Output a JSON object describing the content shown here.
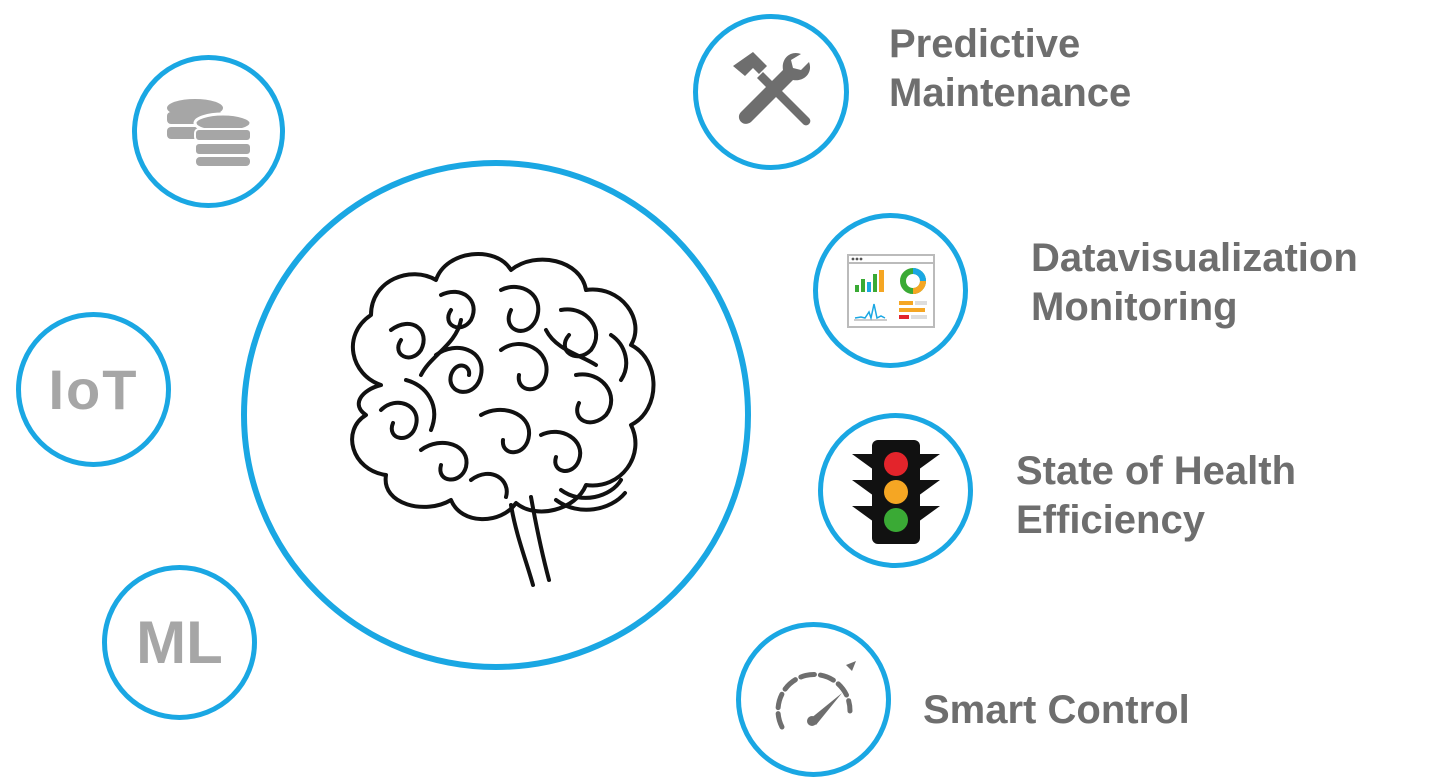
{
  "left_items": [
    {
      "id": "database",
      "icon": "database-icon"
    },
    {
      "id": "iot",
      "text": "IoT"
    },
    {
      "id": "ml",
      "text": "ML"
    }
  ],
  "center": {
    "icon": "brain-icon"
  },
  "right_items": [
    {
      "icon": "tools-icon",
      "lines": [
        "Predictive",
        "Maintenance"
      ]
    },
    {
      "icon": "dashboard-icon",
      "lines": [
        "Datavisualization",
        "Monitoring"
      ]
    },
    {
      "icon": "traffic-light-icon",
      "lines": [
        "State of Health",
        "Efficiency"
      ]
    },
    {
      "icon": "speedometer-icon",
      "lines": [
        "Smart Control"
      ]
    }
  ],
  "colors": {
    "ring": "#1aa7e3",
    "label_text": "#6e6e6e",
    "icon_gray": "#a6a6a6",
    "traffic_red": "#e3242b",
    "traffic_amber": "#f5a623",
    "traffic_green": "#3aaa35"
  }
}
